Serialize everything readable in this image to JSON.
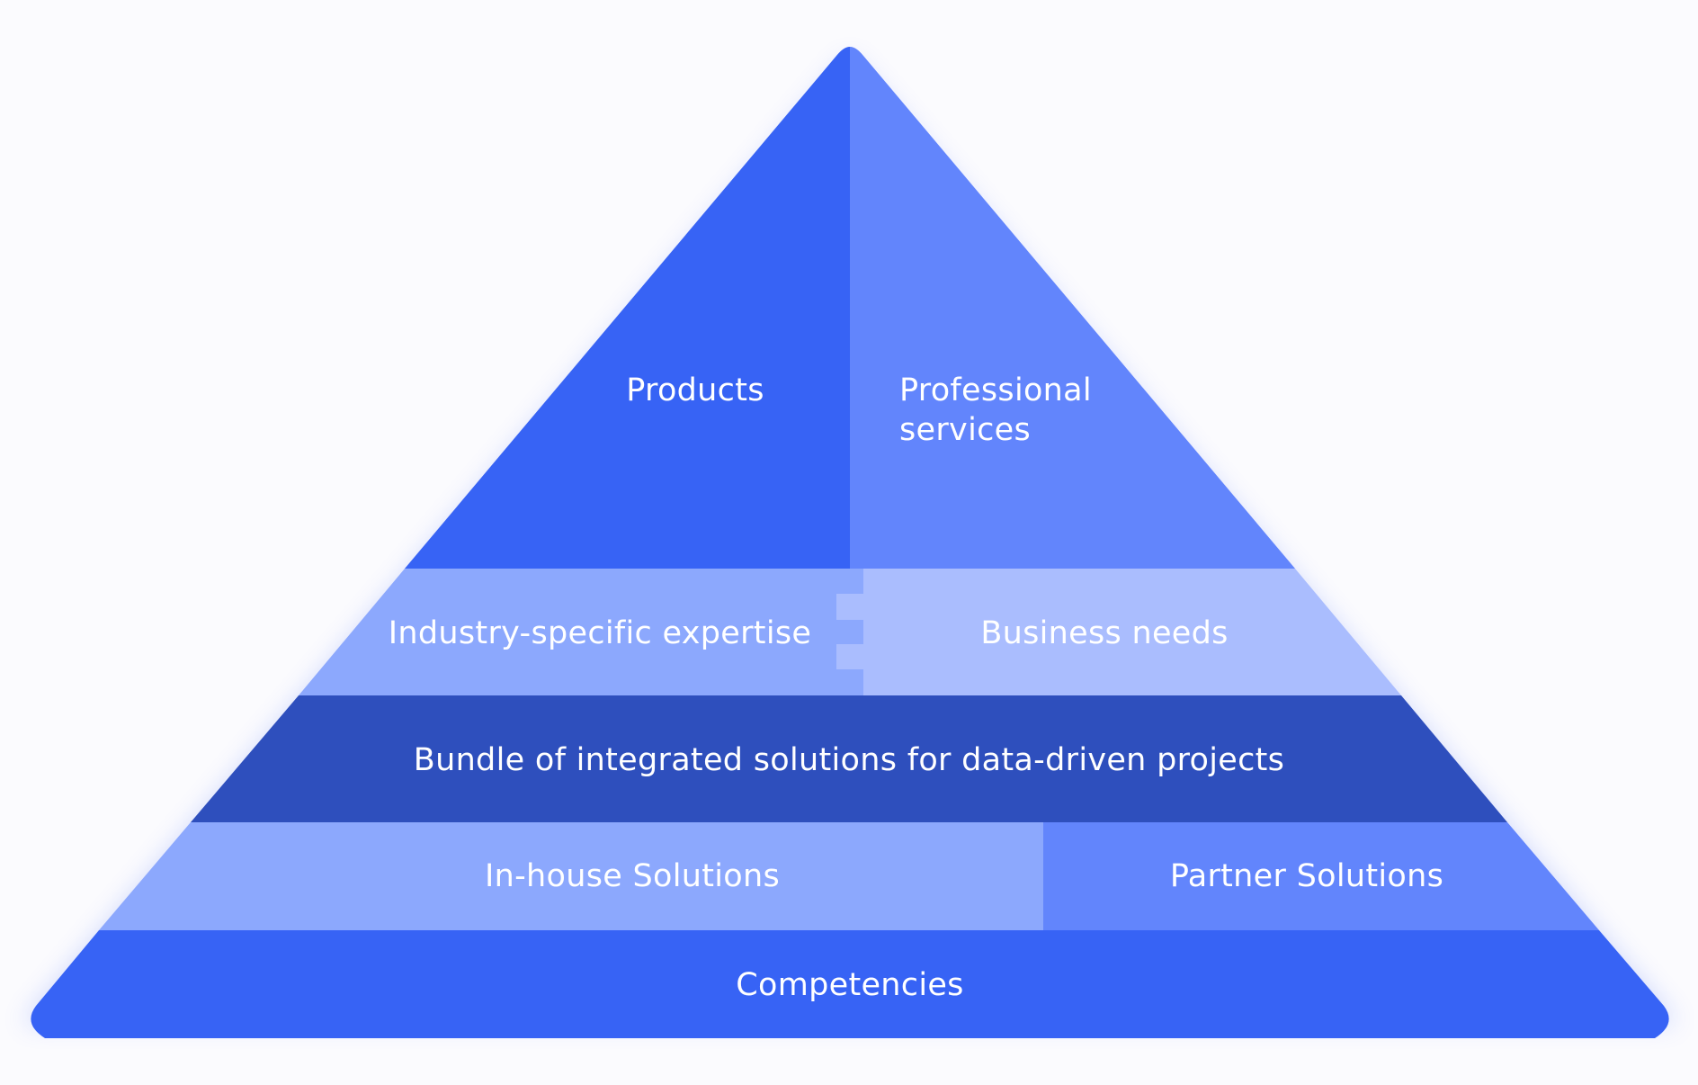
{
  "pyramid": {
    "apex": {
      "left_label": "Products",
      "right_label_line1": "Professional",
      "right_label_line2": "services"
    },
    "tier2": {
      "left_label": "Industry-specific expertise",
      "right_label": "Business needs"
    },
    "tier3": {
      "label": "Bundle of integrated solutions for data-driven projects"
    },
    "tier4": {
      "left_label": "In-house Solutions",
      "right_label": "Partner Solutions"
    },
    "base": {
      "label": "Competencies"
    }
  },
  "colors": {
    "primary_blue": "#3763f5",
    "medium_blue": "#6285fc",
    "light_blue": "#8ca8fd",
    "lightest_blue": "#aabdfe",
    "dark_blue": "#2e4fbd",
    "text": "#ffffff"
  }
}
